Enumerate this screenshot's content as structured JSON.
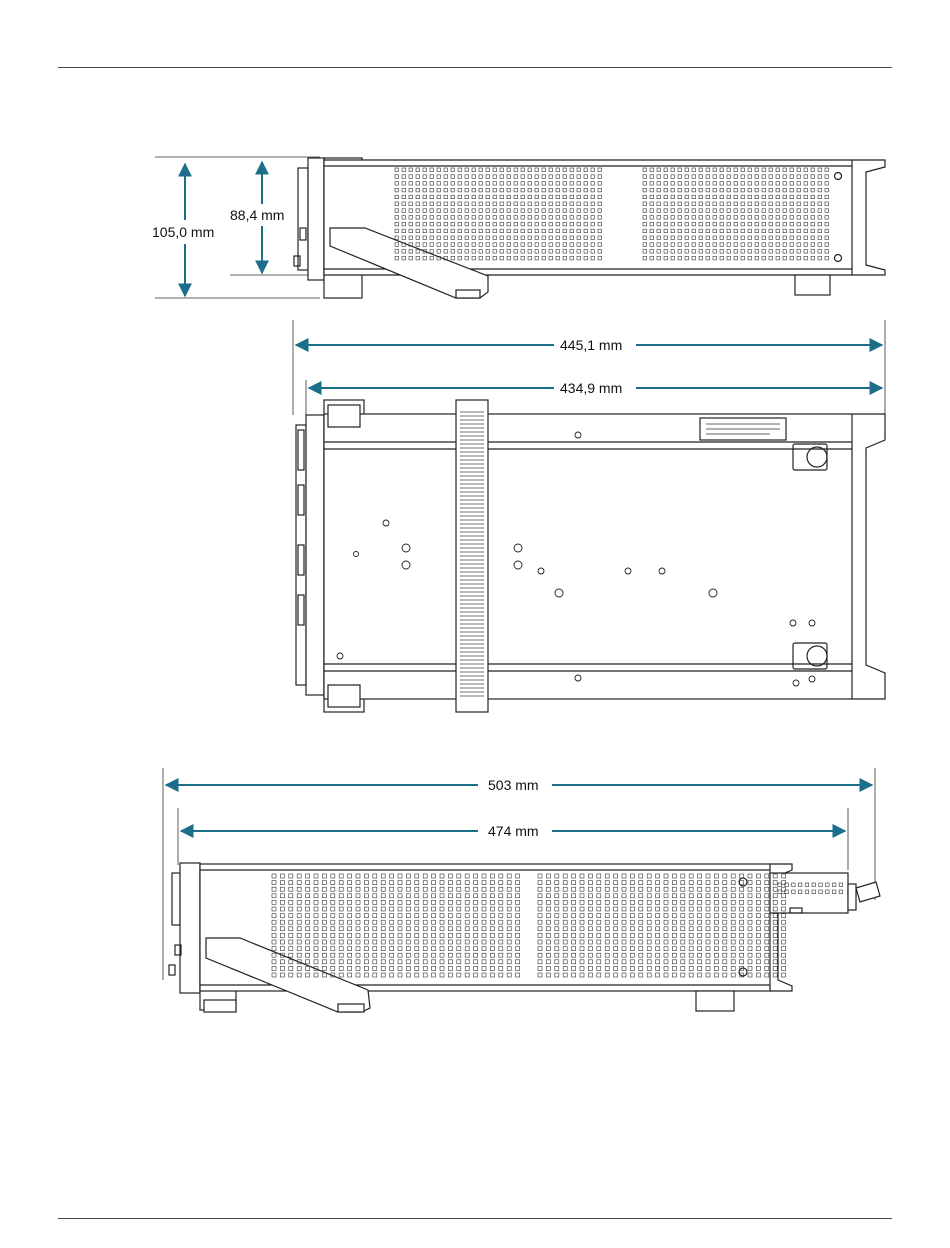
{
  "dimensions": {
    "height_total": "105,0 mm",
    "height_body": "88,4 mm",
    "width_total": "445,1 mm",
    "width_body": "434,9 mm",
    "depth_total": "503 mm",
    "depth_body": "474 mm"
  },
  "colors": {
    "dimension_arrow": "#1c6e8a",
    "line": "#222222",
    "rule": "#4a4a4a"
  }
}
